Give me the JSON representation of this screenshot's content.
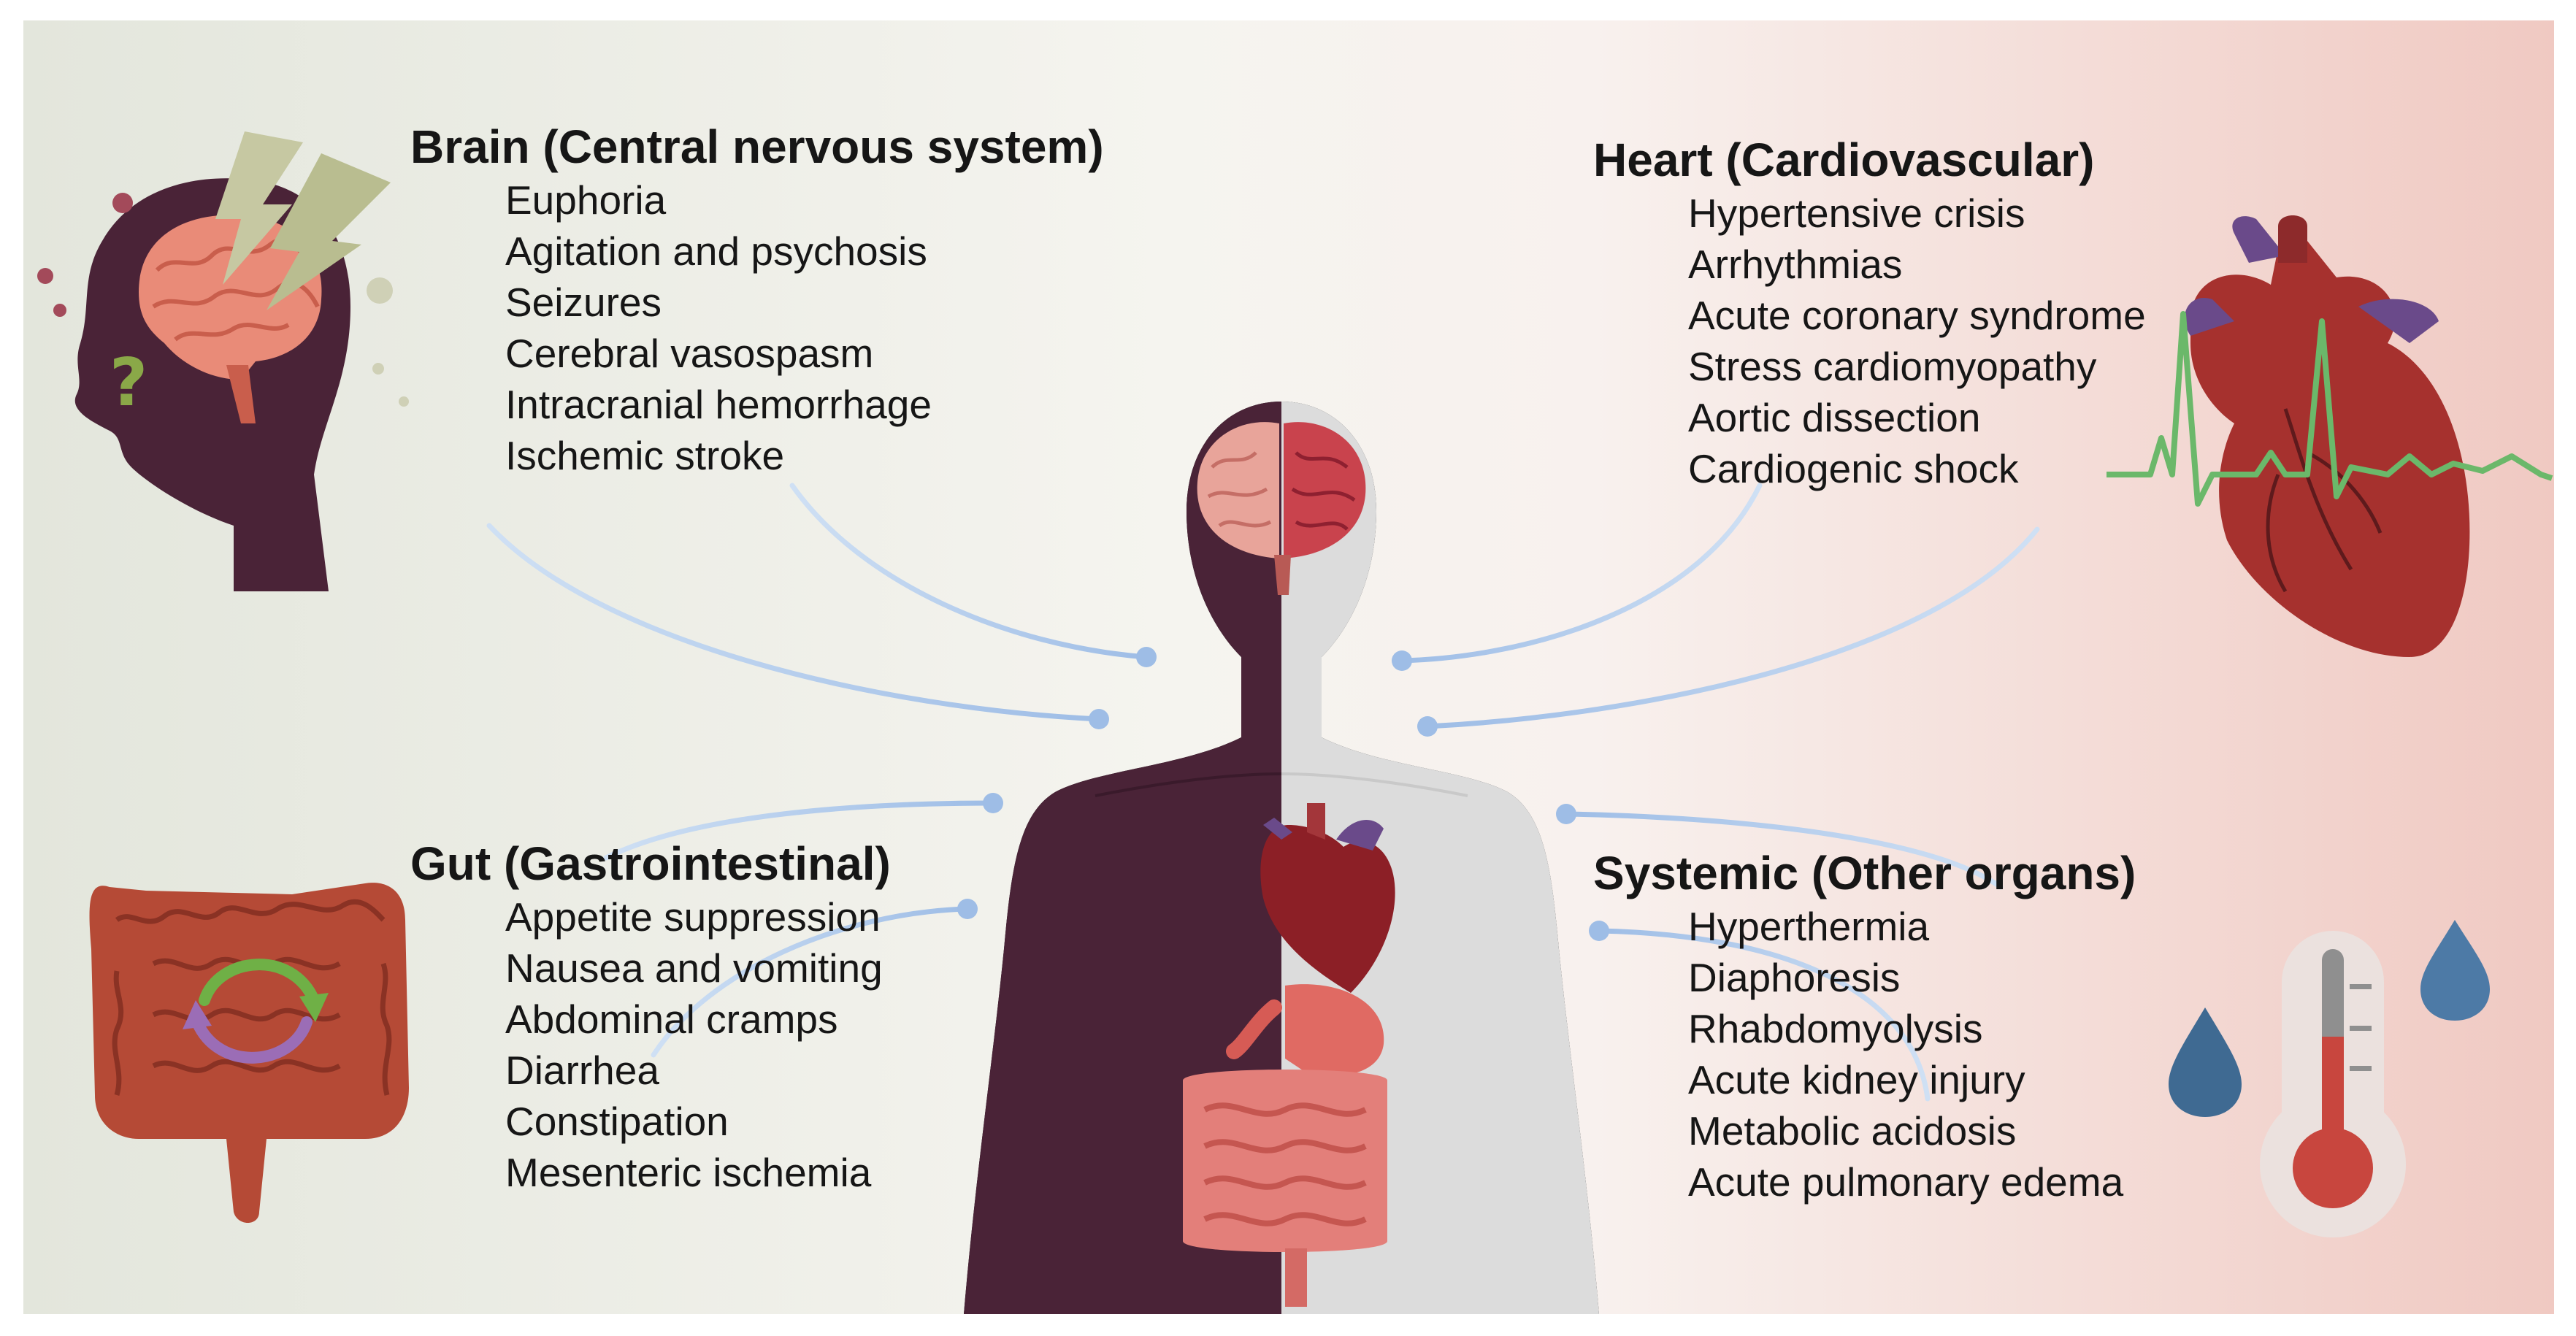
{
  "sections": {
    "brain": {
      "title": "Brain (Central nervous system)",
      "items": [
        "Euphoria",
        "Agitation and psychosis",
        "Seizures",
        "Cerebral vasospasm",
        "Intracranial hemorrhage",
        "Ischemic stroke"
      ]
    },
    "heart": {
      "title": "Heart (Cardiovascular)",
      "items": [
        "Hypertensive crisis",
        "Arrhythmias",
        "Acute coronary syndrome",
        "Stress cardiomyopathy",
        "Aortic dissection",
        "Cardiogenic shock"
      ]
    },
    "gut": {
      "title": "Gut (Gastrointestinal)",
      "items": [
        "Appetite suppression",
        "Nausea and vomiting",
        "Abdominal cramps",
        "Diarrhea",
        "Constipation",
        "Mesenteric ischemia"
      ]
    },
    "systemic": {
      "title": "Systemic (Other organs)",
      "items": [
        "Hyperthermia",
        "Diaphoresis",
        "Rhabdomyolysis",
        "Acute kidney injury",
        "Metabolic acidosis",
        "Acute pulmonary edema"
      ]
    }
  },
  "icons": [
    "head-with-brain-icon",
    "lightning-icon",
    "question-mark-icon",
    "intestine-icon",
    "cycle-arrows-icon",
    "anatomical-heart-icon",
    "ecg-wave-icon",
    "thermometer-icon",
    "water-drop-icon",
    "human-body-icon",
    "body-brain-icon",
    "body-heart-icon",
    "body-stomach-icon",
    "body-intestine-icon"
  ],
  "colors": {
    "bg_left": "#e3e6dc",
    "bg_center": "#f5f4ef",
    "bg_right": "#f0c9c2",
    "body_dark": "#4a2337",
    "body_light": "#dcdcdc",
    "connector": "#9ebde6",
    "brain_pink": "#e98b78",
    "heart_red": "#a6312e",
    "intestine": "#b54a36",
    "ecg_green": "#6bb86a",
    "drop_blue": "#4d7aa6"
  }
}
